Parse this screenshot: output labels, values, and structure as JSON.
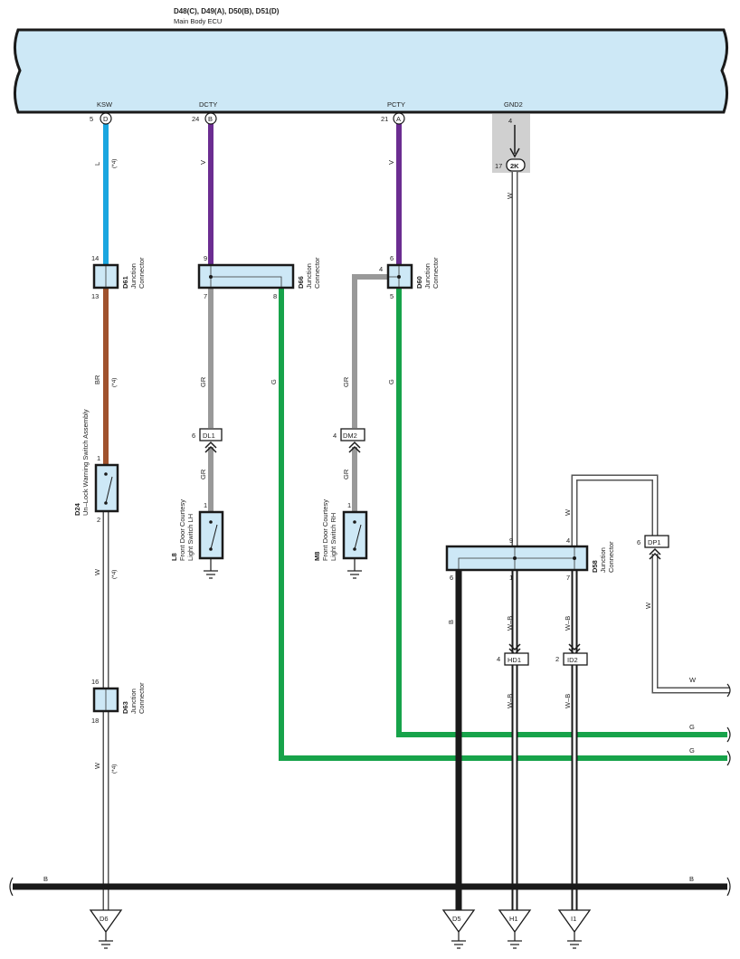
{
  "header": {
    "ecu_codes": "D48(C), D49(A), D50(B), D51(D)",
    "ecu_name": "Main Body ECU"
  },
  "ecu_pins": {
    "ksw": {
      "name": "KSW",
      "num": "5",
      "conn": "D"
    },
    "dcty": {
      "name": "DCTY",
      "num": "24",
      "conn": "B"
    },
    "pcty": {
      "name": "PCTY",
      "num": "21",
      "conn": "A"
    },
    "gnd2": {
      "name": "GND2",
      "num": "4"
    }
  },
  "gnd2_junction": {
    "pin": "17",
    "code": "2K"
  },
  "wire_colors": {
    "L": "L",
    "V": "V",
    "BR": "BR",
    "W": "W",
    "GR": "GR",
    "G": "G",
    "B": "B",
    "WB": "W–B",
    "note4": "(*4)"
  },
  "colors": {
    "ecu_fill": "#cde8f6",
    "wire_L": "#1aa6e0",
    "wire_V": "#6b2d91",
    "wire_BR": "#a0522d",
    "wire_GR": "#999999",
    "wire_G": "#17a34a",
    "wire_B": "#1a1a1a",
    "wire_W_outline": "#555555",
    "gnd_shade": "#d0d0d0"
  },
  "connectors": {
    "d61": {
      "code": "D61",
      "desc1": "Junction",
      "desc2": "Connector",
      "pin_top": "14",
      "pin_bottom": "13"
    },
    "d66": {
      "code": "D66",
      "desc1": "Junction",
      "desc2": "Connector",
      "pin_top": "9",
      "pin_left": "7",
      "pin_right": "8"
    },
    "d60": {
      "code": "D60",
      "desc1": "Junction",
      "desc2": "Connector",
      "pin_top": "6",
      "pin_left": "4",
      "pin_bottom": "5"
    },
    "d63": {
      "code": "D63",
      "desc1": "Junction",
      "desc2": "Connector",
      "pin_top": "16",
      "pin_bottom": "18"
    },
    "d58": {
      "code": "D58",
      "desc1": "Junction",
      "desc2": "Connector",
      "pin_9": "9",
      "pin_4": "4",
      "pin_6": "6",
      "pin_1": "1",
      "pin_7": "7"
    }
  },
  "components": {
    "d24": {
      "code": "D24",
      "name": "Un–Lock Warning Switch Assembly",
      "pin_top": "1",
      "pin_bottom": "2"
    },
    "l8": {
      "code": "L8",
      "name1": "Front Door Courtesy",
      "name2": "Light Switch LH",
      "pin": "1"
    },
    "m8": {
      "code": "M8",
      "name1": "Front Door Courtesy",
      "name2": "Light Switch RH",
      "pin": "1"
    }
  },
  "inline_connectors": {
    "dl1": {
      "code": "DL1",
      "pin": "6"
    },
    "dm2": {
      "code": "DM2",
      "pin": "4"
    },
    "dp1": {
      "code": "DP1",
      "pin": "6"
    },
    "hd1": {
      "code": "HD1",
      "pin": "4"
    },
    "id2": {
      "code": "ID2",
      "pin": "2"
    }
  },
  "ground_refs": [
    "D6",
    "D5",
    "H1",
    "I1"
  ]
}
